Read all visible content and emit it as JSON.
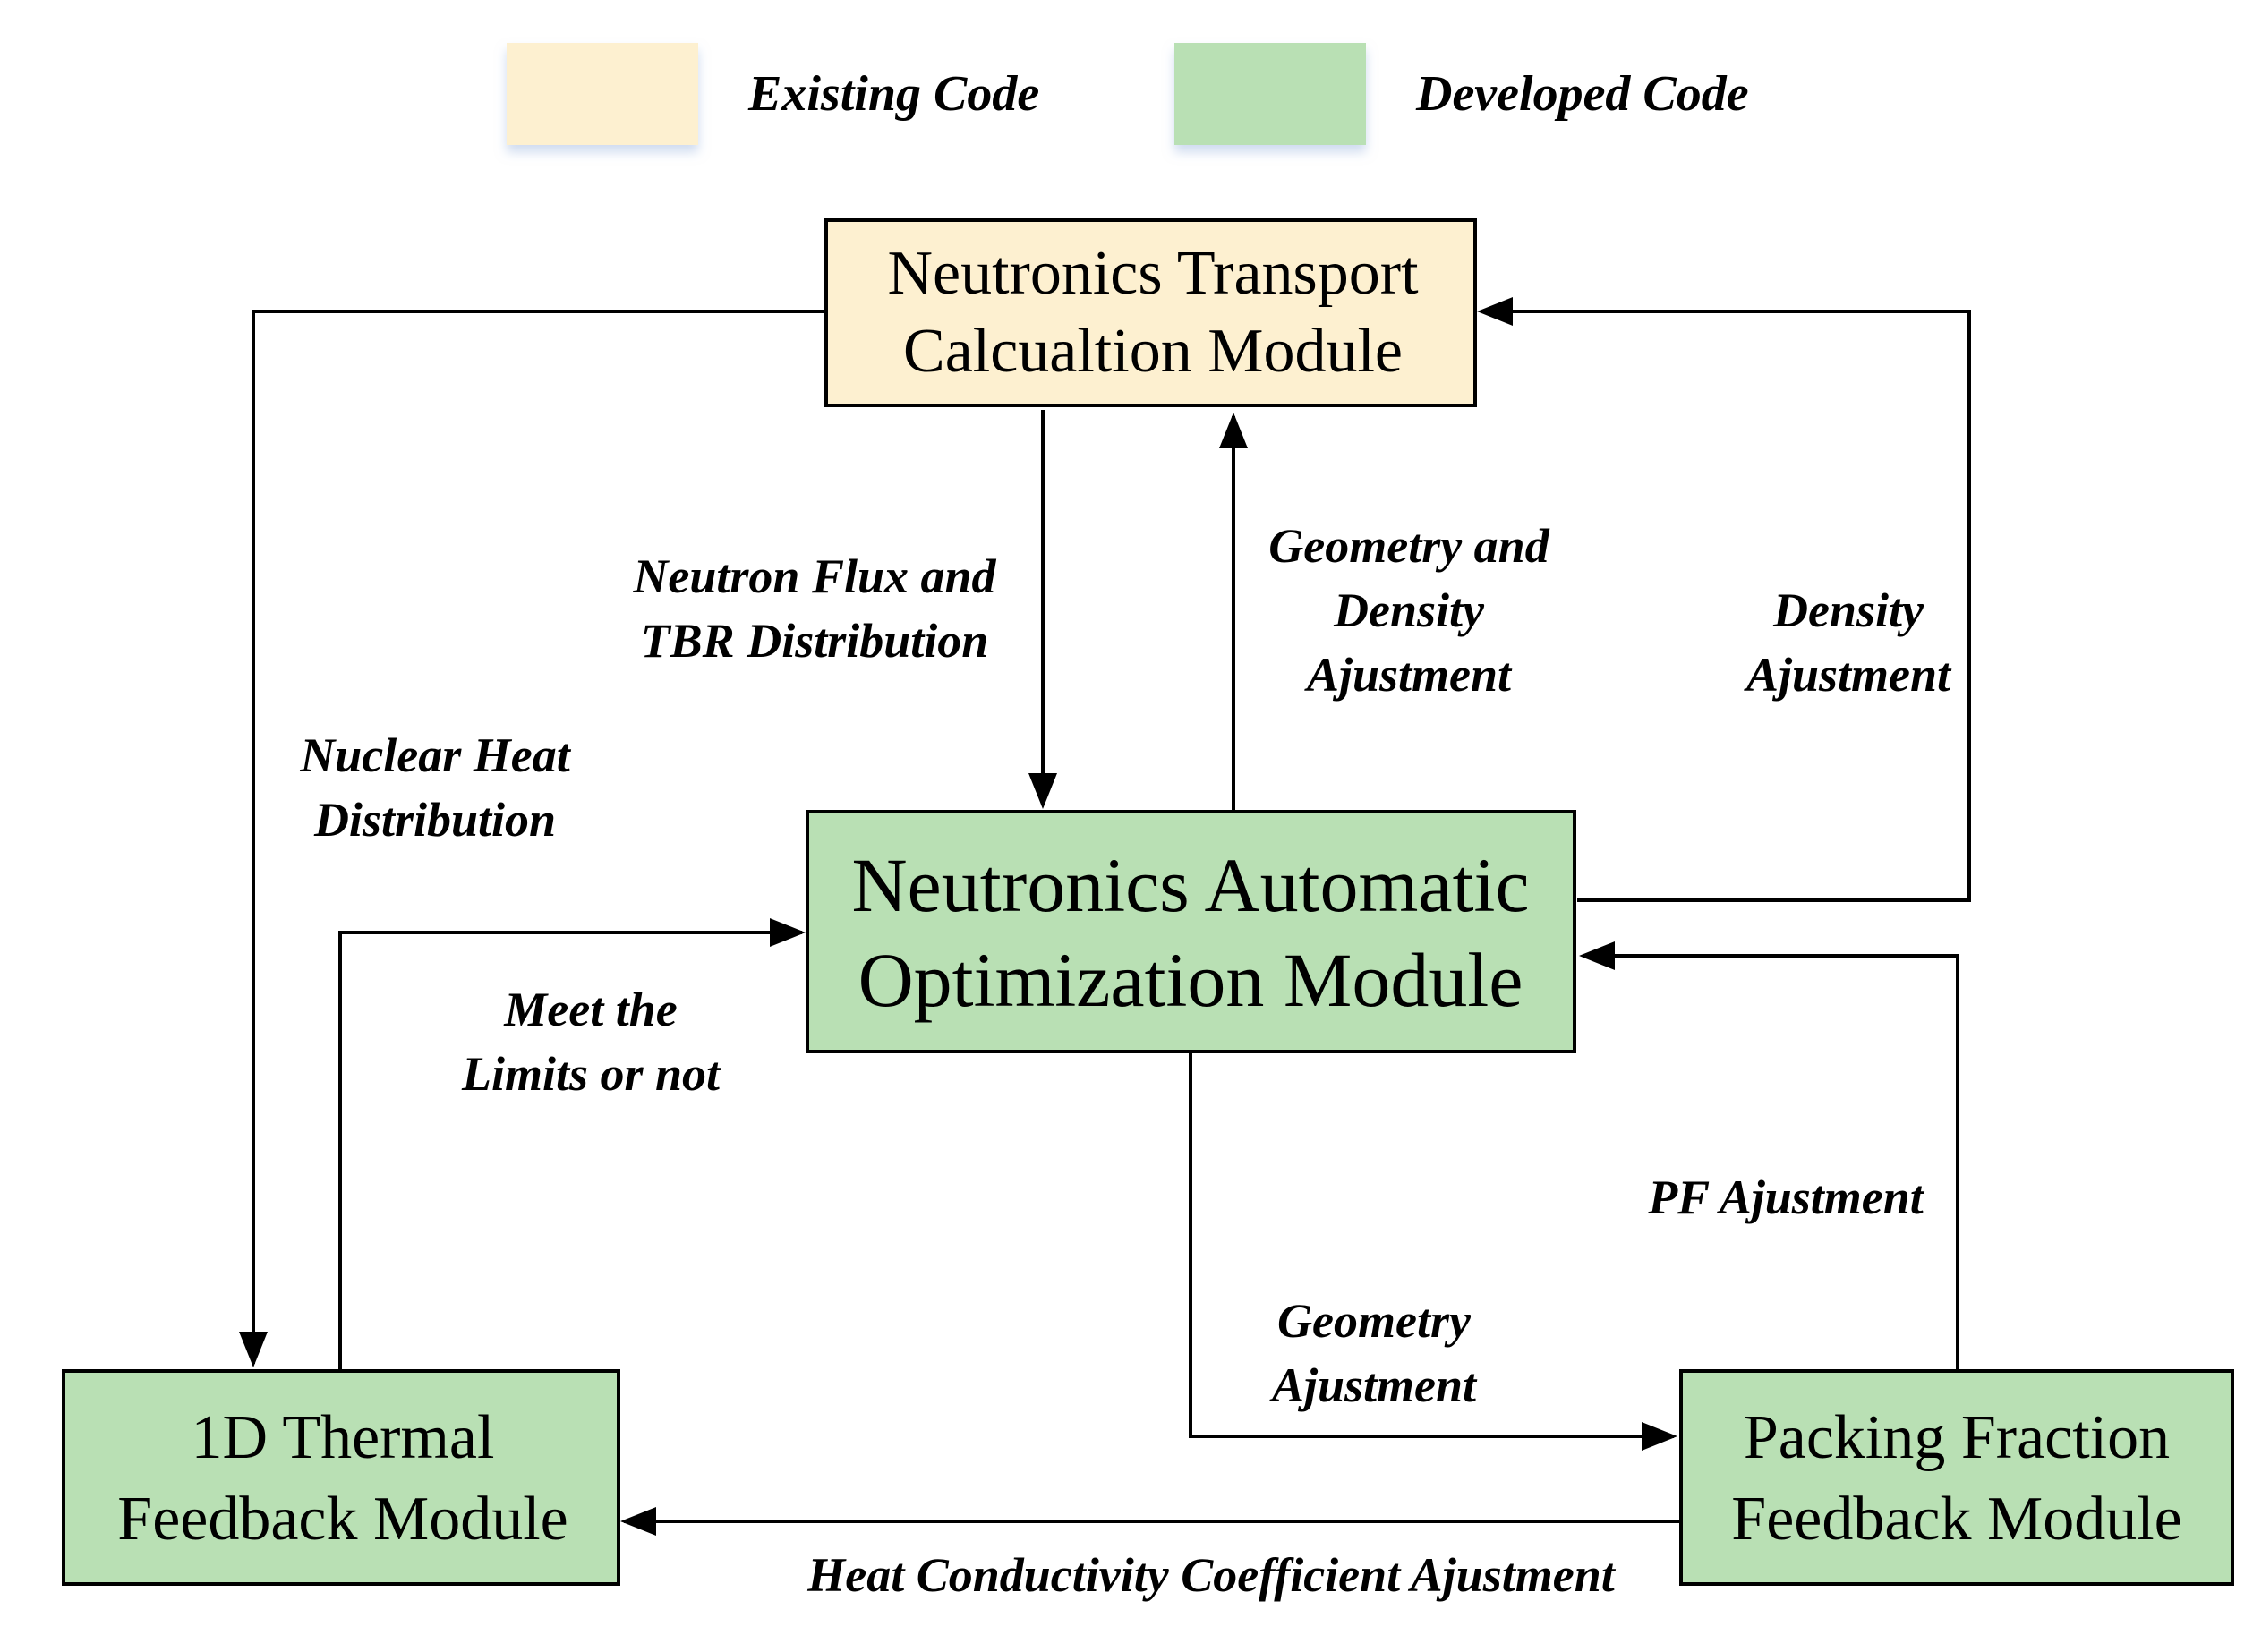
{
  "legend": {
    "existing": {
      "label": "Existing Code",
      "color": "#fdf0d0"
    },
    "developed": {
      "label": "Developed Code",
      "color": "#b9e0b4"
    }
  },
  "boxes": {
    "transport": {
      "line1": "Neutronics Transport",
      "line2": "Calcualtion Module",
      "color": "#fdf0d0"
    },
    "optimization": {
      "line1": "Neutronics Automatic",
      "line2": "Optimization Module",
      "color": "#b9e0b4"
    },
    "thermal": {
      "line1": "1D Thermal",
      "line2": "Feedback Module",
      "color": "#b9e0b4"
    },
    "packing": {
      "line1": "Packing Fraction",
      "line2": "Feedback Module",
      "color": "#b9e0b4"
    }
  },
  "edges": {
    "flux": {
      "line1": "Neutron Flux and",
      "line2": "TBR Distribution"
    },
    "geom_density": {
      "line1": "Geometry and",
      "line2": "Density",
      "line3": "Ajustment"
    },
    "density": {
      "line1": "Density",
      "line2": "Ajustment"
    },
    "nuclear_heat": {
      "line1": "Nuclear Heat",
      "line2": "Distribution"
    },
    "limits": {
      "line1": "Meet the",
      "line2": "Limits or not"
    },
    "pf": {
      "line1": "PF Ajustment"
    },
    "geometry": {
      "line1": "Geometry",
      "line2": "Ajustment"
    },
    "heat_cond": {
      "line1": "Heat Conductivity Coefficient Ajustment"
    }
  }
}
